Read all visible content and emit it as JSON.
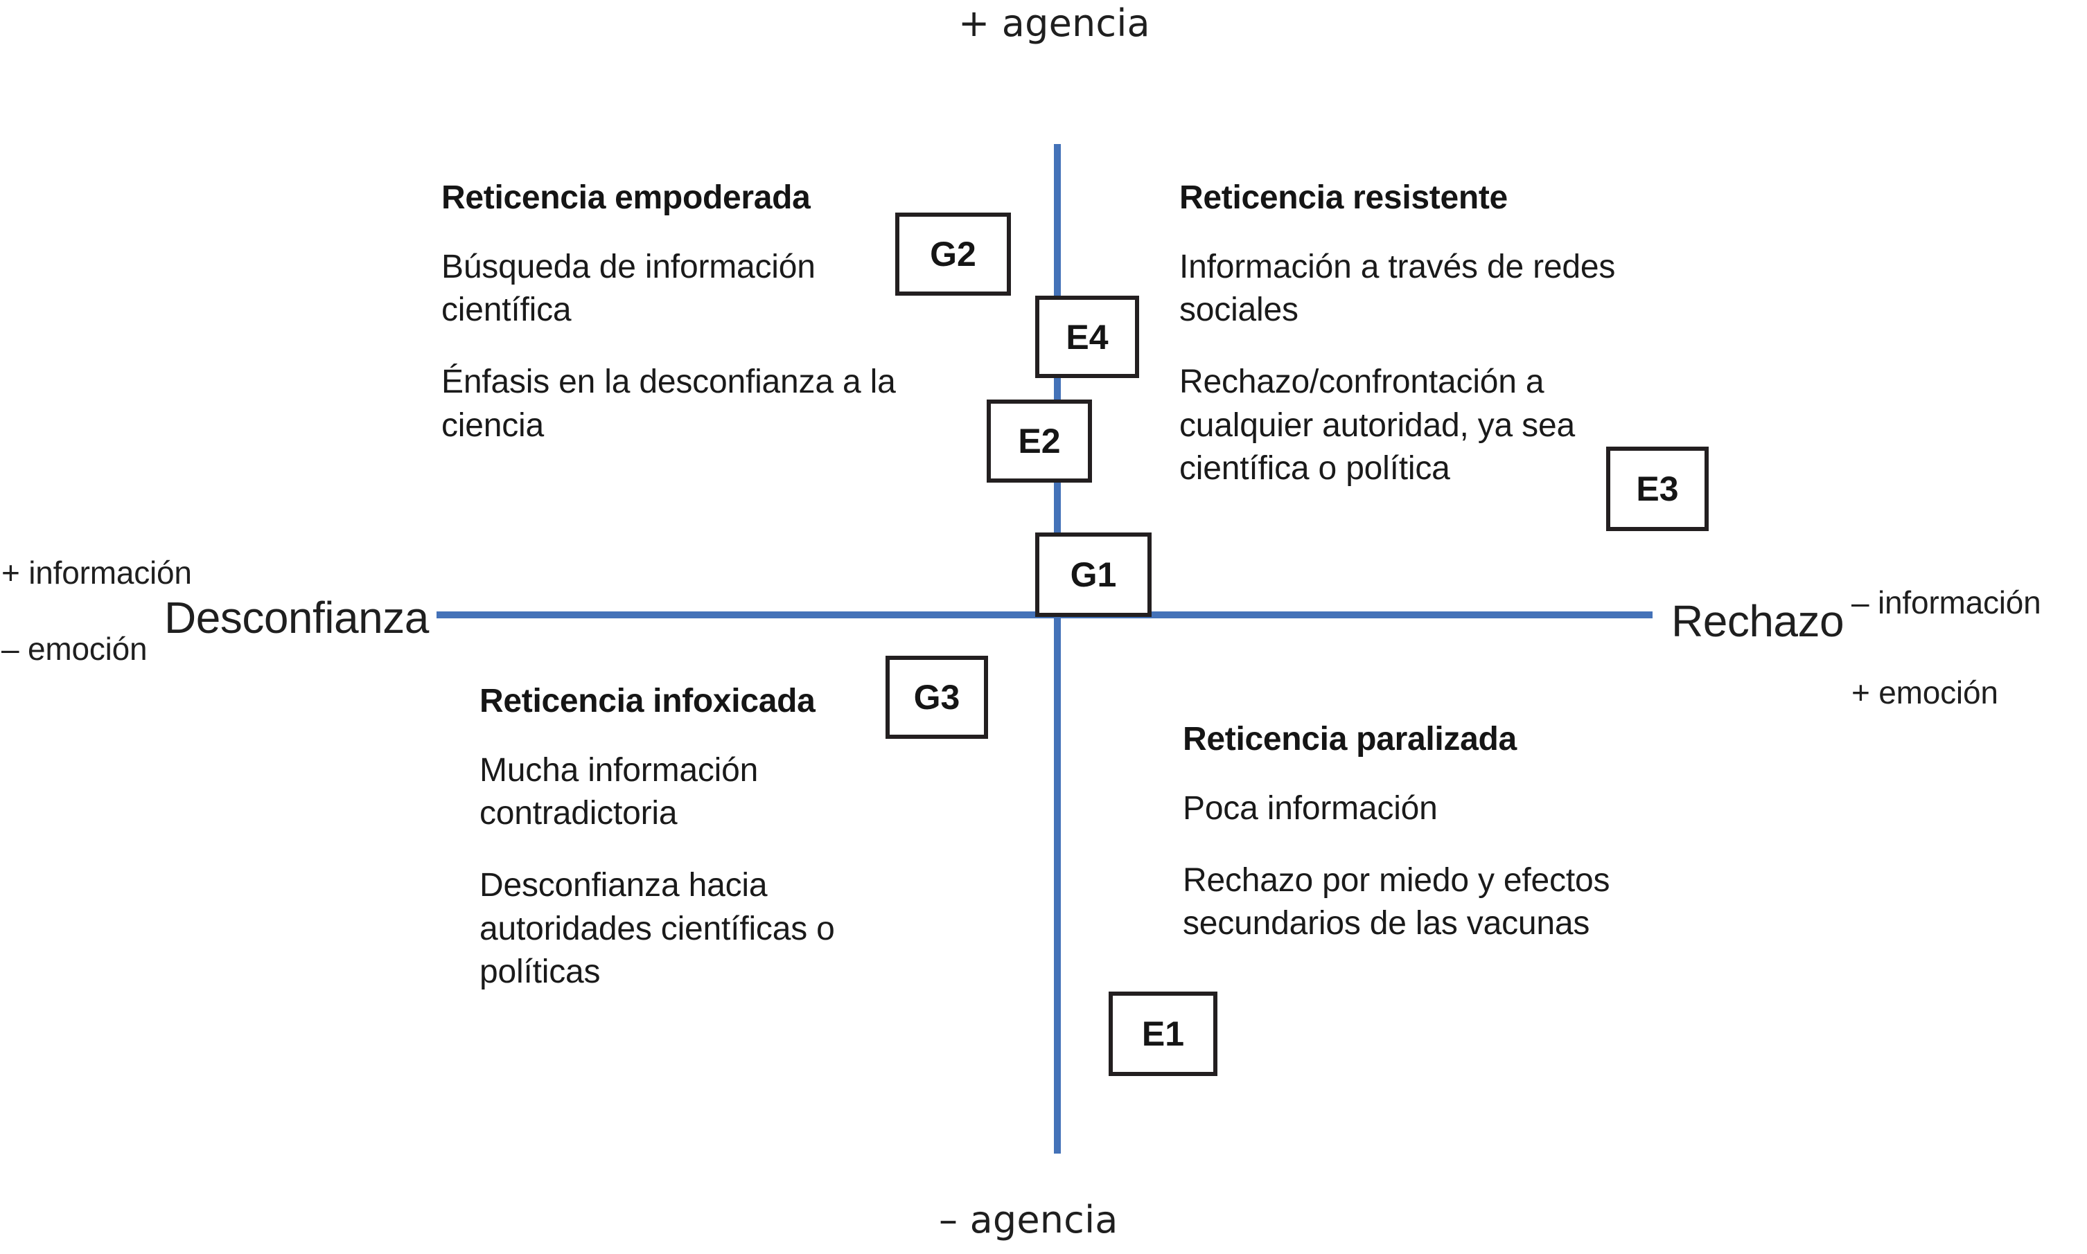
{
  "diagram": {
    "type": "two-axis quadrant map",
    "accent_color": "#4472b8",
    "ink_color": "#231f20",
    "poles": {
      "top": "+ agencia",
      "bottom": "– agencia",
      "left_name": "Desconfianza",
      "right_name": "Rechazo"
    },
    "annotations": {
      "left_top": "+ información",
      "left_bottom": "– emoción",
      "right_top": "– información",
      "right_bottom": "+ emoción"
    },
    "quadrants": [
      {
        "id": "top-left",
        "title": "Reticencia empoderada",
        "lines": [
          "Búsqueda de información\ncientífica",
          "Énfasis en la desconfianza a la\nciencia"
        ]
      },
      {
        "id": "top-right",
        "title": "Reticencia resistente",
        "lines": [
          "Información a través de redes\nsociales",
          "Rechazo/confrontación a\ncualquier autoridad, ya sea\ncientífica o política"
        ]
      },
      {
        "id": "bottom-left",
        "title": "Reticencia infoxicada",
        "lines": [
          "Mucha información\ncontradictoria",
          "Desconfianza hacia\nautoridades científicas o\npolíticas"
        ]
      },
      {
        "id": "bottom-right",
        "title": "Reticencia paralizada",
        "lines": [
          "Poca información",
          "Rechazo por miedo y efectos\nsecundarios de las vacunas"
        ]
      }
    ],
    "codes": [
      {
        "id": "G2",
        "label": "G2"
      },
      {
        "id": "E4",
        "label": "E4"
      },
      {
        "id": "E2",
        "label": "E2"
      },
      {
        "id": "G1",
        "label": "G1"
      },
      {
        "id": "E3",
        "label": "E3"
      },
      {
        "id": "G3",
        "label": "G3"
      },
      {
        "id": "E1",
        "label": "E1"
      }
    ]
  }
}
